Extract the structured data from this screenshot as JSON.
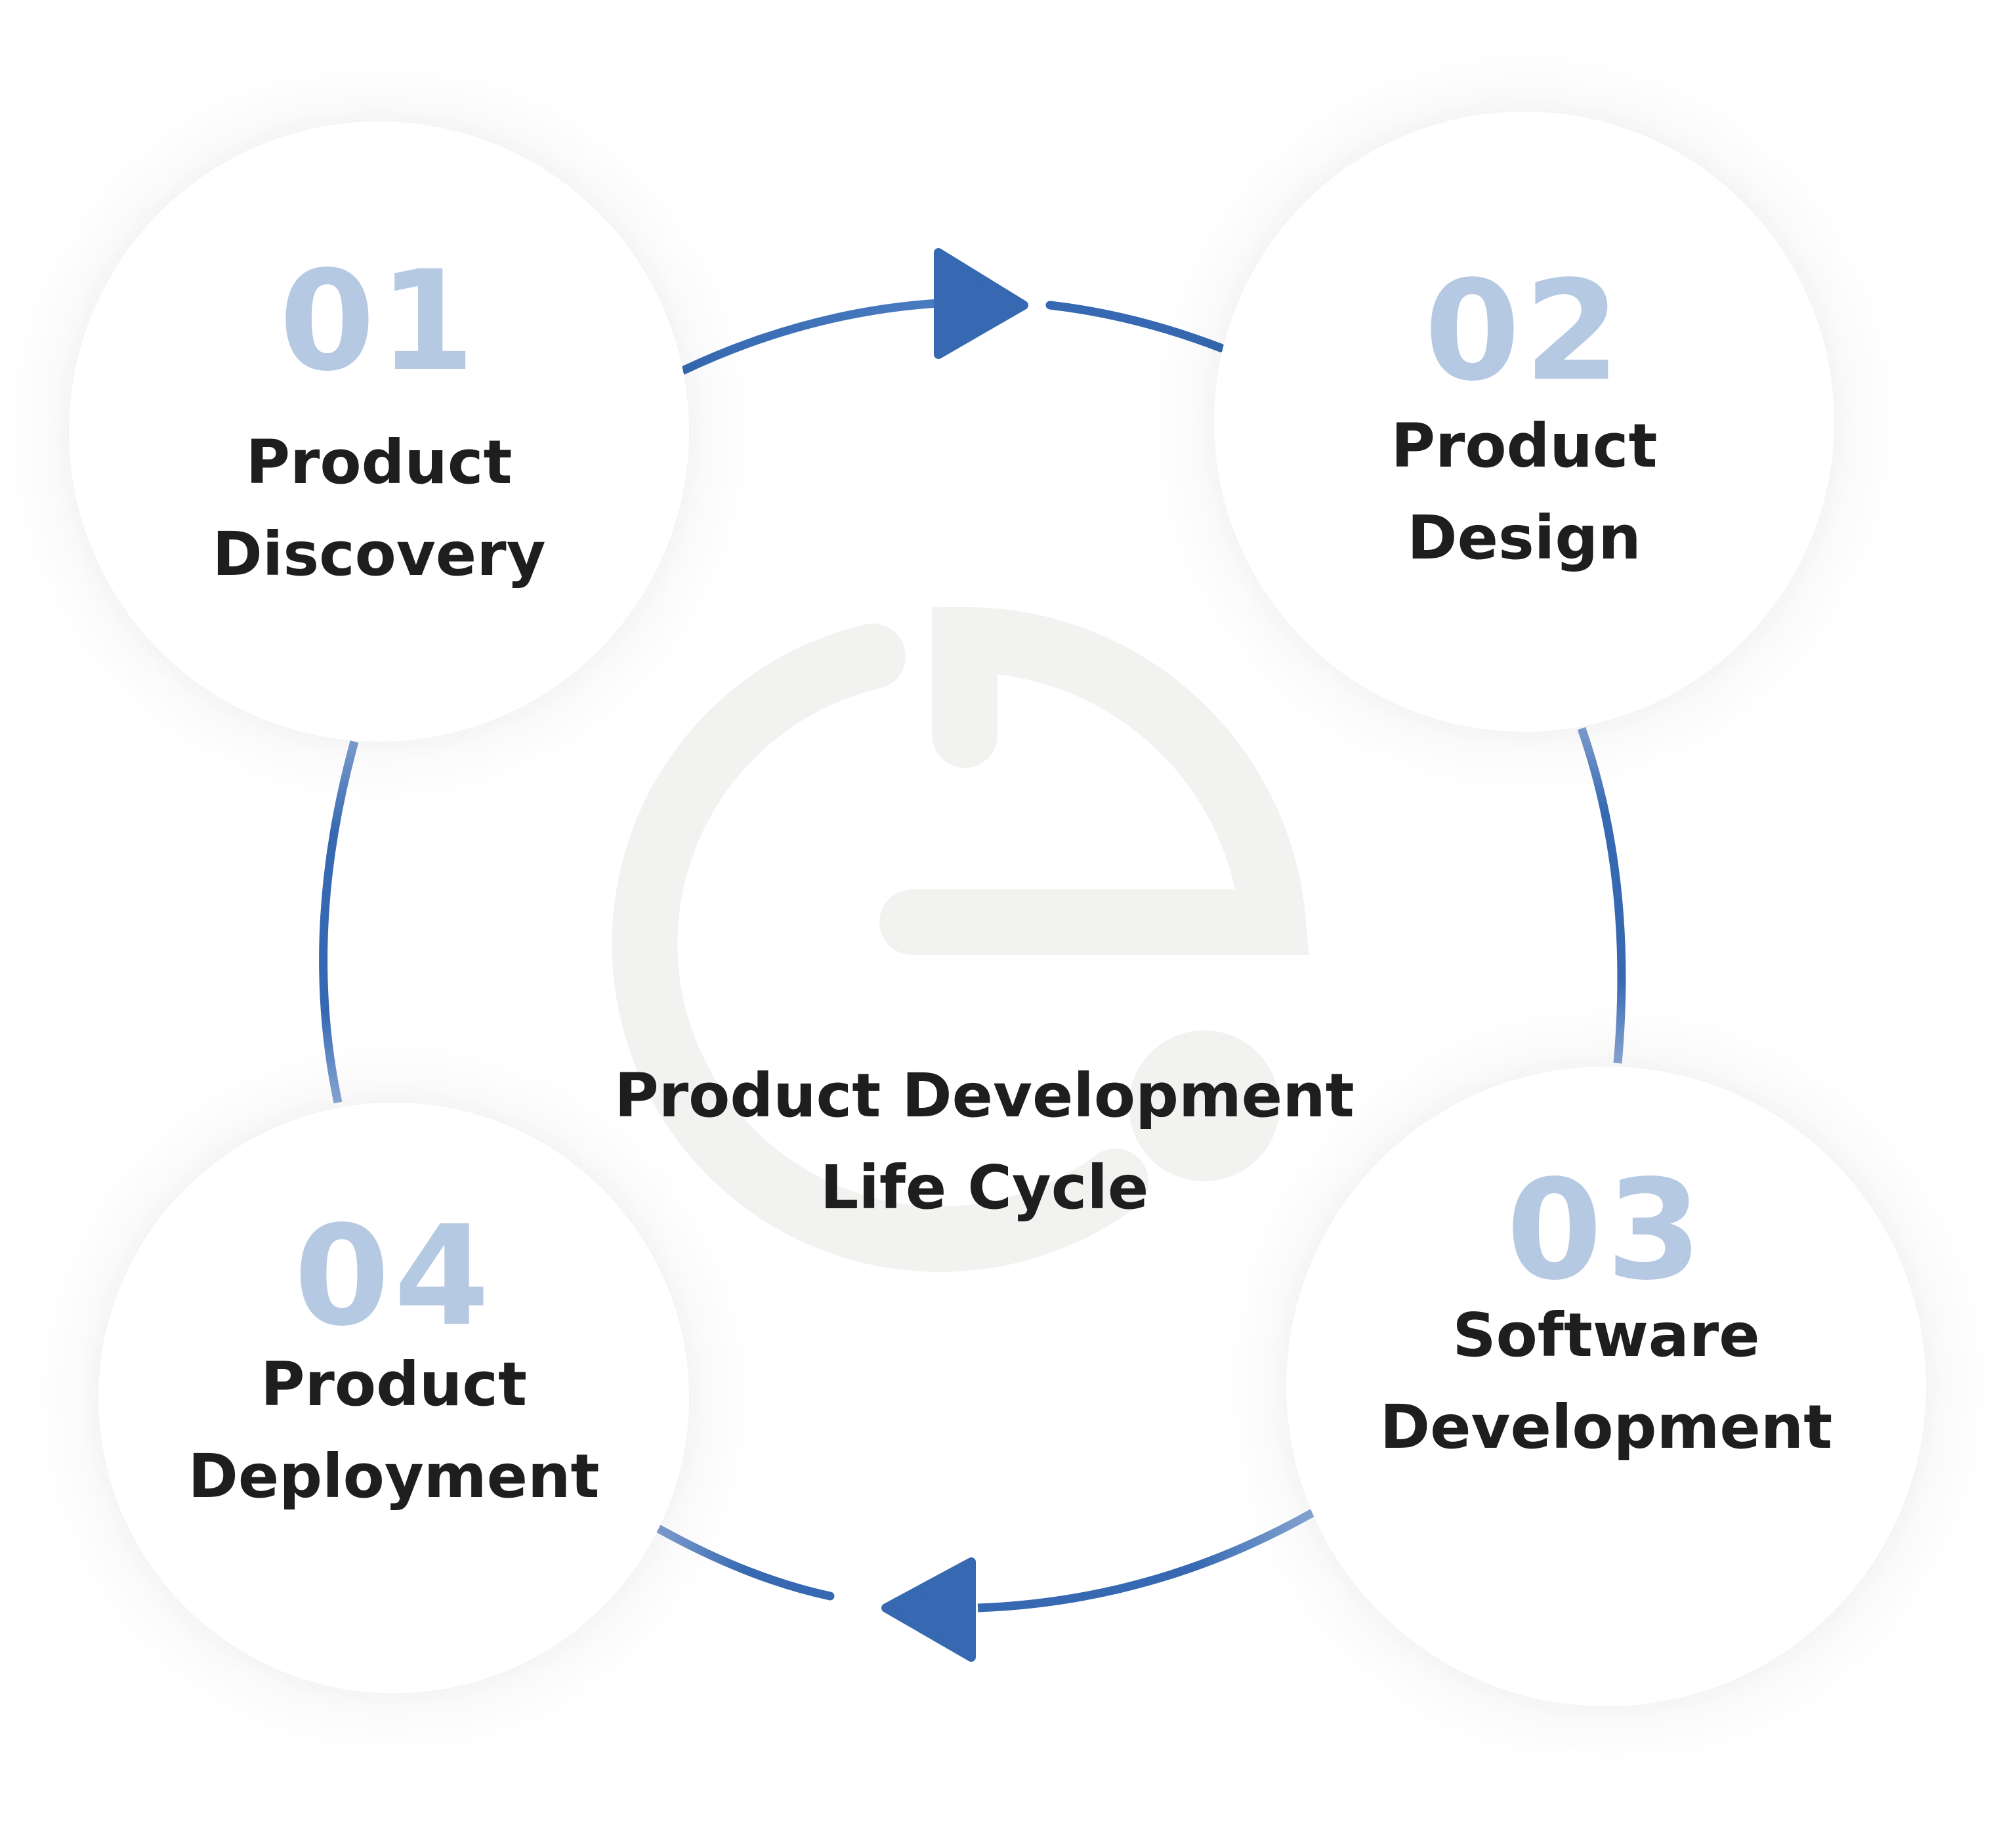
{
  "title": {
    "line1": "Product Development",
    "line2": "Life Cycle"
  },
  "stages": [
    {
      "number": "01",
      "line1": "Product",
      "line2": "Discovery"
    },
    {
      "number": "02",
      "line1": "Product",
      "line2": "Design"
    },
    {
      "number": "03",
      "line1": "Software",
      "line2": "Development"
    },
    {
      "number": "04",
      "line1": "Product",
      "line2": "Deployment"
    }
  ],
  "colors": {
    "arrow": "#3669b1",
    "number": "#b5c9e3",
    "text": "#1e1e1e",
    "watermark": "#f2f2f1"
  },
  "icons": {
    "background": "e-logo-watermark",
    "connector": "arrow-connector"
  }
}
